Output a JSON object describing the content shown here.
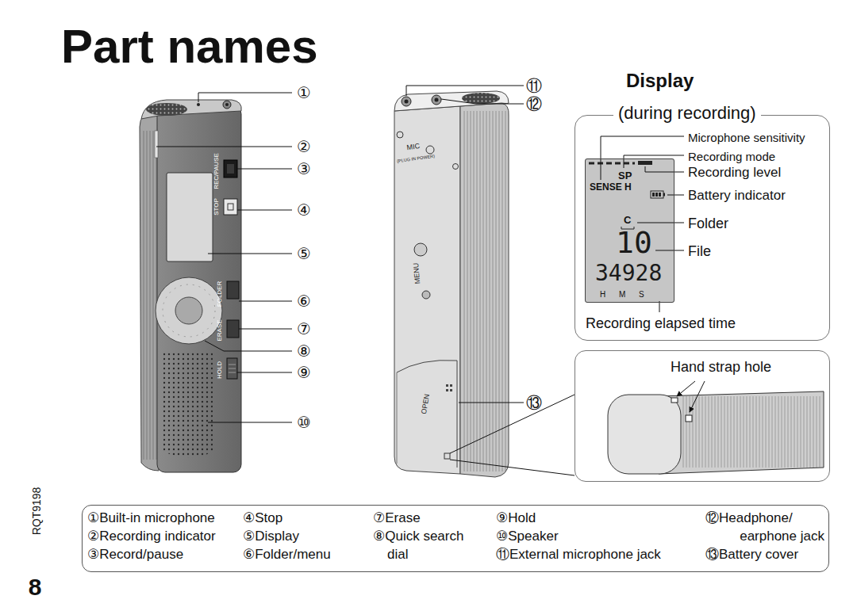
{
  "diagram": {
    "title": "Part names",
    "nodes": [
      {
        "text": [
          "Display",
          "(during recording)",
          "Microphone sensitivity",
          "Recording mode",
          "Recording level",
          "Battery indicator",
          "Folder",
          "File",
          "Recording elapsed time"
        ]
      },
      {
        "text": [
          "SP",
          "SENSE H",
          "C",
          "10",
          "34928",
          "H M S"
        ],
        "in": 0
      },
      {
        "text": [
          "Hand strap hole"
        ]
      },
      {
        "text": [
          "①Built-in microphone",
          "②Recording indicator",
          "③Record/pause",
          "④Stop",
          "⑤Display",
          "⑥Folder/menu",
          "⑦Erase",
          "⑧Quick search dial",
          "⑨Hold",
          "⑩Speaker",
          "⑪External microphone jack",
          "⑫Headphone/ earphone jack",
          "⑬Battery cover"
        ]
      }
    ],
    "labels": [
      "①",
      "②",
      "③",
      "④",
      "⑤",
      "⑥",
      "⑦",
      "⑧",
      "⑨",
      "⑩",
      "⑪",
      "⑫",
      "⑬",
      "REC/PAUSE",
      "STOP",
      "FOLDER",
      "ERASE",
      "HOLD",
      "MIC",
      "(PLUG IN POWER)",
      "MENU",
      "OPEN",
      "RQT9198",
      "8"
    ]
  }
}
